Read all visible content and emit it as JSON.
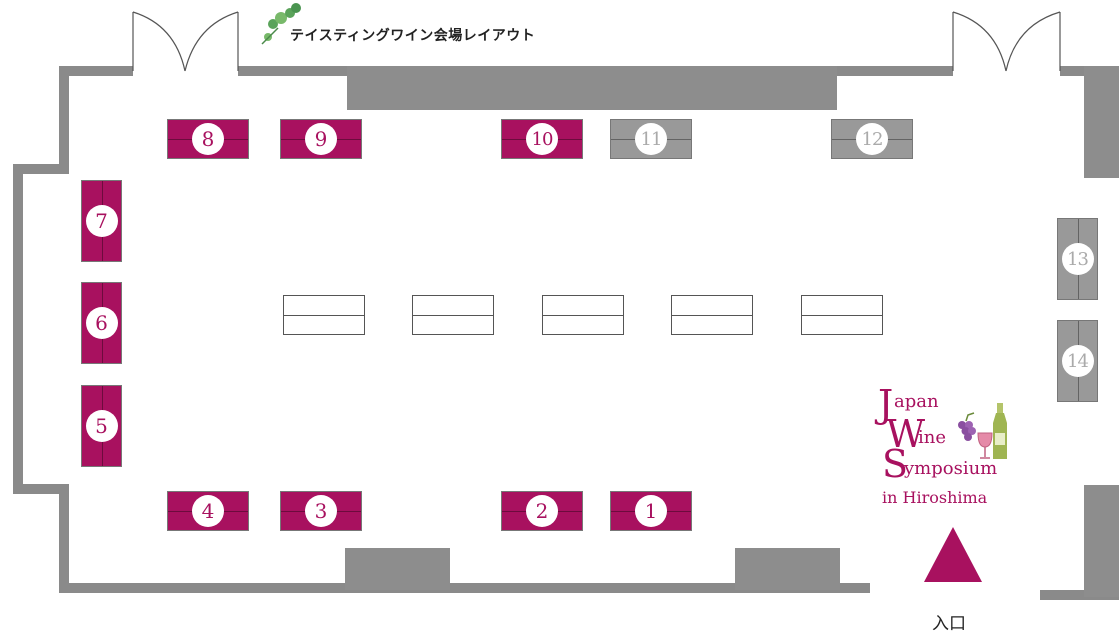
{
  "title": "テイスティングワイン会場レイアウト",
  "entrance_label": "入口",
  "colors": {
    "wall": "#8a8a8a",
    "pillar": "#8d8d8d",
    "booth_active": "#a8115f",
    "booth_inactive": "#999999",
    "num_active": "#a8115f",
    "num_inactive": "#aaaaaa",
    "entrance_marker": "#a8115f"
  },
  "logo": {
    "line1_initial": "J",
    "line1_rest": "apan",
    "line2_initial": "W",
    "line2_rest": "ine",
    "line3_initial": "S",
    "line3_rest": "ymposium",
    "line4": "in Hiroshima",
    "icons": [
      "grapes-icon",
      "wine-glass-icon",
      "wine-bottle-icon"
    ]
  },
  "booths": [
    {
      "number": "1",
      "status": "active"
    },
    {
      "number": "2",
      "status": "active"
    },
    {
      "number": "3",
      "status": "active"
    },
    {
      "number": "4",
      "status": "active"
    },
    {
      "number": "5",
      "status": "active"
    },
    {
      "number": "6",
      "status": "active"
    },
    {
      "number": "7",
      "status": "active"
    },
    {
      "number": "8",
      "status": "active"
    },
    {
      "number": "9",
      "status": "active"
    },
    {
      "number": "10",
      "status": "active"
    },
    {
      "number": "11",
      "status": "inactive"
    },
    {
      "number": "12",
      "status": "inactive"
    },
    {
      "number": "13",
      "status": "inactive"
    },
    {
      "number": "14",
      "status": "inactive"
    }
  ],
  "center_table_count": 5
}
